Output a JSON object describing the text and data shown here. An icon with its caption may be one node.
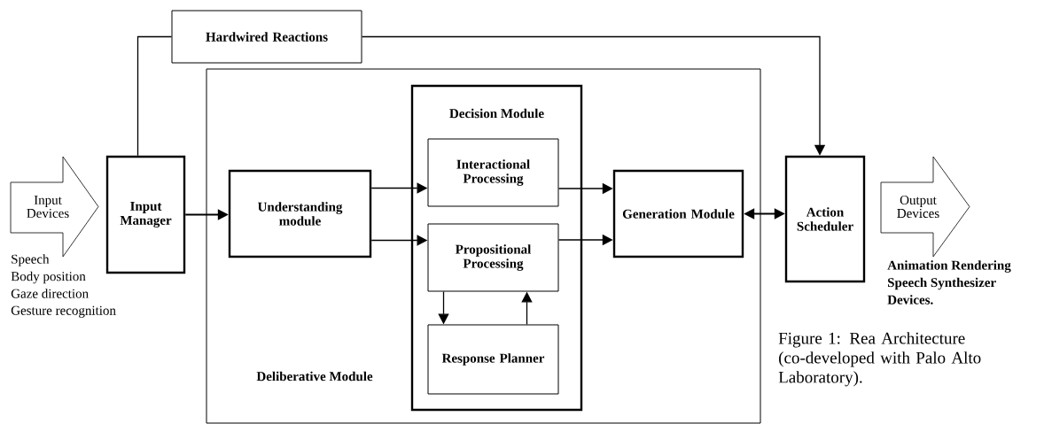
{
  "diagram": {
    "caption": "Figure 1: Rea Architecture (co-developed with Palo Alto Laboratory).",
    "nodes": [
      {
        "text": [
          "Input Devices"
        ],
        "beside": [
          "Speech",
          "Body position",
          "Gaze direction",
          "Gesture recognition"
        ]
      },
      {
        "text": [
          "Hardwired Reactions"
        ]
      },
      {
        "text": [
          "Input Manager"
        ]
      },
      {
        "text": [
          "Deliberative Module"
        ]
      },
      {
        "text": [
          "Understanding module"
        ],
        "in": 3
      },
      {
        "text": [
          "Decision Module"
        ],
        "in": 3
      },
      {
        "text": [
          "Interactional Processing"
        ],
        "in": 5
      },
      {
        "text": [
          "Propositional Processing"
        ],
        "in": 5
      },
      {
        "text": [
          "Response Planner"
        ],
        "in": 5
      },
      {
        "text": [
          "Generation Module"
        ],
        "in": 3
      },
      {
        "text": [
          "Action Scheduler"
        ]
      },
      {
        "text": [
          "Output Devices"
        ],
        "beside": [
          "Animation Rendering",
          "Speech Synthesizer",
          "Devices."
        ]
      }
    ],
    "edges": [
      {
        "from": 2,
        "to": 1,
        "arrow": "none"
      },
      {
        "from": 1,
        "to": 10,
        "arrow": "to"
      },
      {
        "from": 2,
        "to": 4,
        "arrow": "to"
      },
      {
        "from": 4,
        "to": 6,
        "arrow": "to"
      },
      {
        "from": 4,
        "to": 7,
        "arrow": "to"
      },
      {
        "from": 6,
        "to": 9,
        "arrow": "to"
      },
      {
        "from": 7,
        "to": 9,
        "arrow": "to"
      },
      {
        "from": 7,
        "to": 8,
        "arrow": "to"
      },
      {
        "from": 8,
        "to": 7,
        "arrow": "to"
      },
      {
        "from": 9,
        "to": 10,
        "arrow": "both"
      }
    ]
  }
}
